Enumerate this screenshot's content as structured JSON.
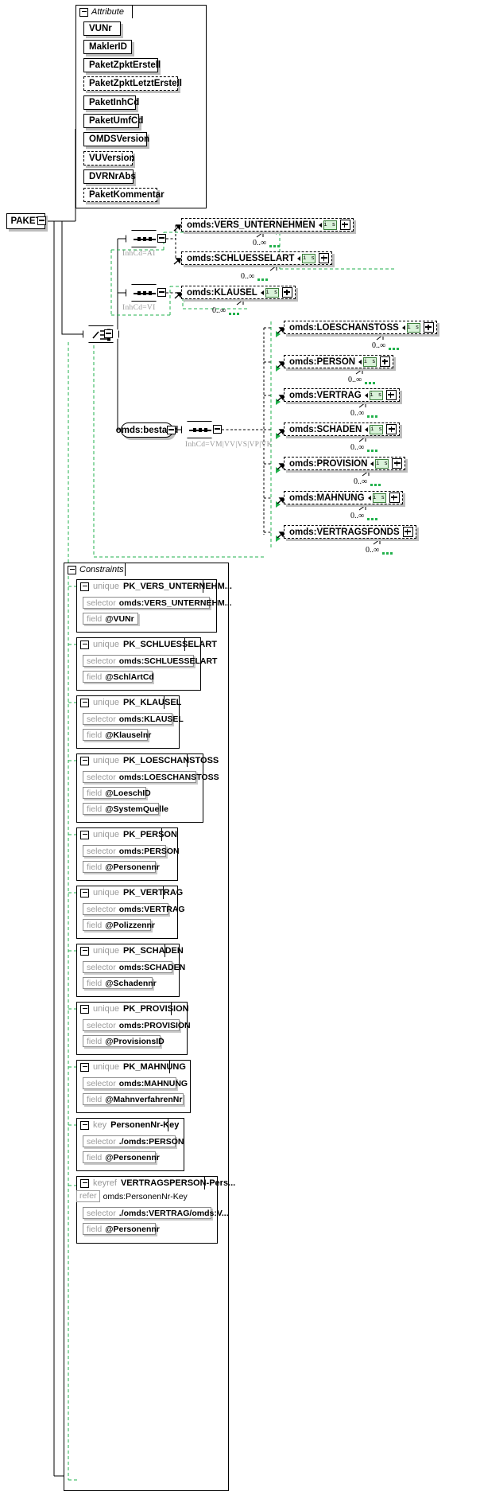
{
  "diagram": {
    "type": "xsd-schema-diagram",
    "root": {
      "label": "PAKET"
    }
  },
  "attribute_group": {
    "title": "Attribute",
    "items": [
      {
        "label": "VUNr",
        "optional": false
      },
      {
        "label": "MaklerID",
        "optional": false
      },
      {
        "label": "PaketZpktErstell",
        "optional": false
      },
      {
        "label": "PaketZpktLetztErstell",
        "optional": true
      },
      {
        "label": "PaketInhCd",
        "optional": false
      },
      {
        "label": "PaketUmfCd",
        "optional": false
      },
      {
        "label": "OMDSVersion",
        "optional": false
      },
      {
        "label": "VUVersion",
        "optional": true
      },
      {
        "label": "DVRNrAbs",
        "optional": false
      },
      {
        "label": "PaketKommentar",
        "optional": true
      }
    ]
  },
  "content_model": {
    "choice_label": "choice",
    "branches": [
      {
        "compositor": "sequence",
        "annotation": "InhCd=AI",
        "elements": [
          {
            "label": "omds:VERS_UNTERNEHMEN",
            "badge": "i s",
            "cardinality": "0..∞"
          },
          {
            "label": "omds:SCHLUESSELART",
            "badge": "i s",
            "cardinality": "0..∞"
          }
        ]
      },
      {
        "compositor": "sequence",
        "annotation": "InhCd=VI",
        "elements": [
          {
            "label": "omds:KLAUSEL",
            "badge": "i s",
            "cardinality": "0..∞"
          }
        ]
      },
      {
        "compositor": "sequence",
        "annotation": "InhCd=VM|VV|VS|VP|VK",
        "wrapper": "omds:bestand",
        "elements": [
          {
            "label": "omds:LOESCHANSTOSS",
            "badge": "i s",
            "cardinality": "0..∞"
          },
          {
            "label": "omds:PERSON",
            "badge": "i s",
            "cardinality": "0..∞"
          },
          {
            "label": "omds:VERTRAG",
            "badge": "i s",
            "cardinality": "0..∞"
          },
          {
            "label": "omds:SCHADEN",
            "badge": "i s",
            "cardinality": "0..∞"
          },
          {
            "label": "omds:PROVISION",
            "badge": "i s",
            "cardinality": "0..∞"
          },
          {
            "label": "omds:MAHNUNG",
            "badge": "i s",
            "cardinality": "0..∞"
          },
          {
            "label": "omds:VERTRAGSFONDS",
            "badge": "",
            "cardinality": "0..∞"
          }
        ]
      }
    ]
  },
  "constraints": {
    "title": "Constraints",
    "kw_selector": "selector",
    "kw_field": "field",
    "kw_refer": "refer",
    "items": [
      {
        "kind": "unique",
        "name": "PK_VERS_UNTERNEHM...",
        "selector": "omds:VERS_UNTERNEHM...",
        "fields": [
          "@VUNr"
        ]
      },
      {
        "kind": "unique",
        "name": "PK_SCHLUESSELART",
        "selector": "omds:SCHLUESSELART",
        "fields": [
          "@SchlArtCd"
        ]
      },
      {
        "kind": "unique",
        "name": "PK_KLAUSEL",
        "selector": "omds:KLAUSEL",
        "fields": [
          "@Klauselnr"
        ]
      },
      {
        "kind": "unique",
        "name": "PK_LOESCHANSTOSS",
        "selector": "omds:LOESCHANSTOSS",
        "fields": [
          "@LoeschID",
          "@SystemQuelle"
        ]
      },
      {
        "kind": "unique",
        "name": "PK_PERSON",
        "selector": "omds:PERSON",
        "fields": [
          "@Personennr"
        ]
      },
      {
        "kind": "unique",
        "name": "PK_VERTRAG",
        "selector": "omds:VERTRAG",
        "fields": [
          "@Polizzennr"
        ]
      },
      {
        "kind": "unique",
        "name": "PK_SCHADEN",
        "selector": "omds:SCHADEN",
        "fields": [
          "@Schadennr"
        ]
      },
      {
        "kind": "unique",
        "name": "PK_PROVISION",
        "selector": "omds:PROVISION",
        "fields": [
          "@ProvisionsID"
        ]
      },
      {
        "kind": "unique",
        "name": "PK_MAHNUNG",
        "selector": "omds:MAHNUNG",
        "fields": [
          "@MahnverfahrenNr"
        ]
      },
      {
        "kind": "key",
        "name": "PersonenNr-Key",
        "selector": "./omds:PERSON",
        "fields": [
          "@Personennr"
        ]
      },
      {
        "kind": "keyref",
        "name": "VERTRAGSPERSON-Pers...",
        "refer": "omds:PersonenNr-Key",
        "selector": "./omds:VERTRAG/omds:V...",
        "fields": [
          "@Personennr"
        ]
      }
    ]
  },
  "colors": {
    "line": "#000000",
    "ref_green": "#22b14c",
    "shadow": "#bdbdbd",
    "badge_bg": "#d9f2d9",
    "muted": "#9a9a9a"
  }
}
